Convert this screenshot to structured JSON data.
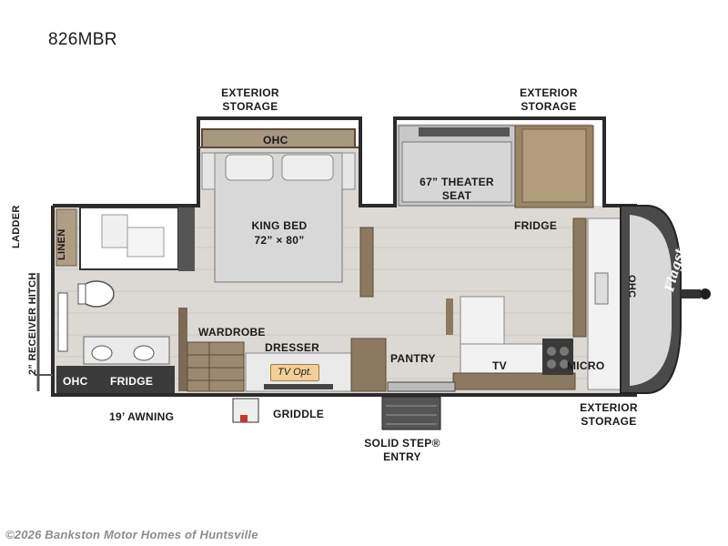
{
  "model": "826MBR",
  "labels": {
    "exterior_storage_left": "EXTERIOR STORAGE",
    "exterior_storage_right": "EXTERIOR STORAGE",
    "exterior_storage_front": "EXTERIOR STORAGE",
    "ohc_bedroom": "OHC",
    "theater_seat": "67” THEATER SEAT",
    "king_bed": "KING BED",
    "king_bed_size": "72” × 80”",
    "fridge_front": "FRIDGE",
    "ohc_front": "OHC",
    "ladder": "LADDER",
    "receiver_hitch": "2” RECEIVER HITCH",
    "linen": "LINEN",
    "wardrobe": "WARDROBE",
    "dresser": "DRESSER",
    "pantry": "PANTRY",
    "tv": "TV",
    "micro": "MICRO",
    "ohc_rear": "OHC",
    "fridge_rear": "FRIDGE",
    "tv_opt": "TV Opt.",
    "awning": "19’ AWNING",
    "griddle": "GRIDDLE",
    "entry": "SOLID STEP® ENTRY",
    "logo": "Flagstaff"
  },
  "watermark": "©2026 Bankston Motor Homes of Huntsville",
  "colors": {
    "floor": "#d9d6d1",
    "wall": "#2b2b2b",
    "wood": "#8b7355",
    "counter": "#e8e8e8",
    "front_cap": "#4a4a4a",
    "tv_opt": "#f3cf98"
  }
}
